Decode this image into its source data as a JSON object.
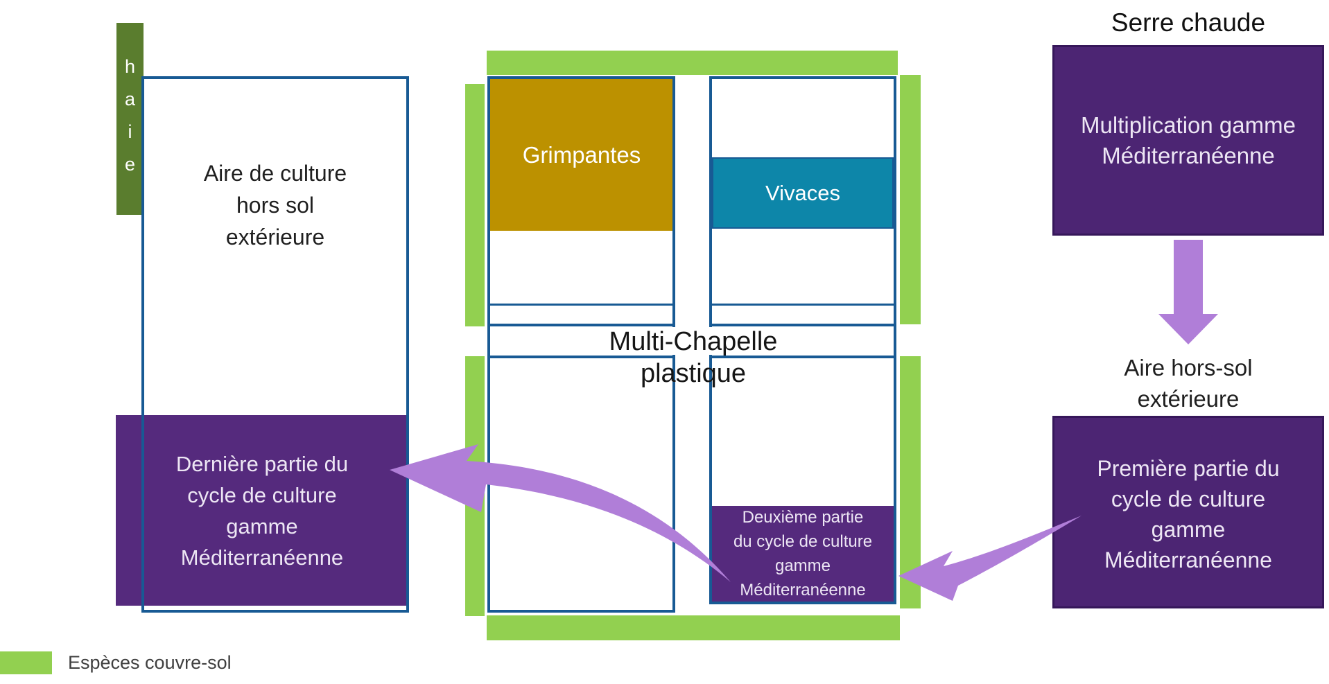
{
  "colors": {
    "blue": "#185A94",
    "green": "#92D050",
    "hedge": "#5A7D2E",
    "gold": "#BC9100",
    "teal": "#0D86A9",
    "purple": "#552A7D",
    "purpledark": "#4C2573",
    "arrow": "#B07ED8",
    "ink": "#1F1F1F",
    "inklight": "#EDE6F4"
  },
  "hedge": {
    "label": "h\na\ni\ne"
  },
  "outdoor_left": {
    "title": "Aire de culture\nhors sol\nextérieure",
    "last_cycle_label": "Dernière partie du\ncycle de culture\ngamme\nMéditerranéenne"
  },
  "greenhouse": {
    "name": "Multi-Chapelle\nplastique",
    "climbers_label": "Grimpantes",
    "perennials_label": "Vivaces",
    "second_cycle_label": "Deuxième partie\ndu cycle de culture\ngamme\nMéditerranéenne"
  },
  "right_flow": {
    "hot_greenhouse_title": "Serre chaude",
    "multiplication_label": "Multiplication gamme\nMéditerranéenne",
    "outdoor_area_title": "Aire hors-sol\nextérieure",
    "first_cycle_label": "Première partie du\ncycle de culture\ngamme\nMéditerranéenne"
  },
  "legend": {
    "ground_cover_label": "Espèces couvre-sol"
  }
}
